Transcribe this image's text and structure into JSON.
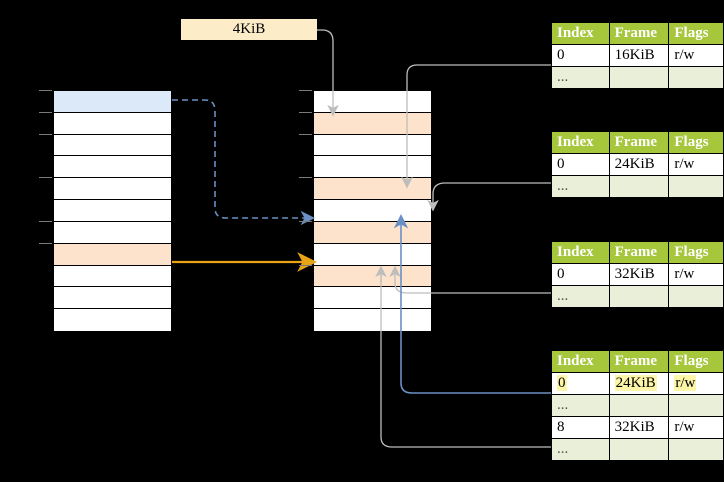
{
  "diagram": {
    "title": "page-table-walk",
    "page_size_label": "4KiB",
    "colors": {
      "header_green": "#a6c63c",
      "alt_row_green": "#e9efd8",
      "highlight_blue": "#dce9f9",
      "highlight_peach": "#fde3cc",
      "highlight_yellow": "#fdf6a8",
      "arrow_orange": "#e8a317",
      "arrow_blue": "#6a8fc4",
      "arrow_grey": "#bdbdbd"
    }
  },
  "virtual_table": {
    "name": "virtual-address-table",
    "row_count": 11,
    "rows": [
      {
        "fill": "blue"
      },
      {
        "fill": "white"
      },
      {
        "fill": "white"
      },
      {
        "fill": "white"
      },
      {
        "fill": "white"
      },
      {
        "fill": "white"
      },
      {
        "fill": "white"
      },
      {
        "fill": "peach"
      },
      {
        "fill": "white"
      },
      {
        "fill": "white"
      },
      {
        "fill": "white"
      }
    ]
  },
  "physical_table": {
    "name": "physical-memory-table",
    "row_count": 11,
    "rows": [
      {
        "fill": "white"
      },
      {
        "fill": "peach"
      },
      {
        "fill": "white"
      },
      {
        "fill": "white"
      },
      {
        "fill": "peach"
      },
      {
        "fill": "white"
      },
      {
        "fill": "peach"
      },
      {
        "fill": "white"
      },
      {
        "fill": "peach"
      },
      {
        "fill": "white"
      },
      {
        "fill": "white"
      }
    ]
  },
  "pte_tables": [
    {
      "name": "pte-table-1",
      "headers": [
        "Index",
        "Frame",
        "Flags"
      ],
      "rows": [
        {
          "style": "norm",
          "cells": [
            "0",
            "16KiB",
            "r/w"
          ]
        },
        {
          "style": "alt",
          "cells": [
            "...",
            "",
            ""
          ]
        }
      ]
    },
    {
      "name": "pte-table-2",
      "headers": [
        "Index",
        "Frame",
        "Flags"
      ],
      "rows": [
        {
          "style": "norm",
          "cells": [
            "0",
            "24KiB",
            "r/w"
          ]
        },
        {
          "style": "alt",
          "cells": [
            "...",
            "",
            ""
          ]
        }
      ]
    },
    {
      "name": "pte-table-3",
      "headers": [
        "Index",
        "Frame",
        "Flags"
      ],
      "rows": [
        {
          "style": "norm",
          "cells": [
            "0",
            "32KiB",
            "r/w"
          ]
        },
        {
          "style": "alt",
          "cells": [
            "...",
            "",
            ""
          ]
        }
      ]
    },
    {
      "name": "pte-table-4",
      "headers": [
        "Index",
        "Frame",
        "Flags"
      ],
      "rows": [
        {
          "style": "norm",
          "cells": [
            "0",
            "24KiB",
            "r/w"
          ],
          "highlight": true
        },
        {
          "style": "alt",
          "cells": [
            "...",
            "",
            ""
          ]
        },
        {
          "style": "norm",
          "cells": [
            "8",
            "32KiB",
            "r/w"
          ]
        },
        {
          "style": "alt",
          "cells": [
            "...",
            "",
            ""
          ]
        }
      ]
    }
  ]
}
